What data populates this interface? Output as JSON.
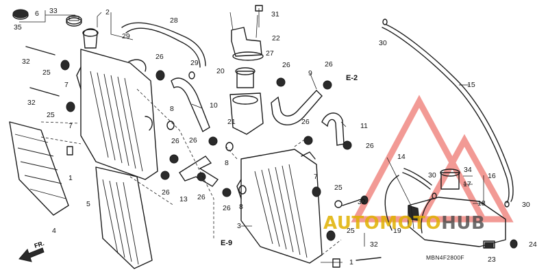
{
  "diagram_code": "MBN4F2800F",
  "front_label": "FR.",
  "watermark": {
    "text_a": "AUTOMOTO",
    "text_b": "HUB",
    "color_a": "#e0b100",
    "color_b": "#4a4a4a",
    "triangle_color": "#e8483f"
  },
  "refs": {
    "e2": "E-2",
    "e9": "E-9"
  },
  "callouts": {
    "n1a": "1",
    "n1b": "1",
    "n2": "2",
    "n3": "3",
    "n4": "4",
    "n5": "5",
    "n6": "6",
    "n7a": "7",
    "n7b": "7",
    "n7c": "7",
    "n8a": "8",
    "n8b": "8",
    "n8c": "8",
    "n9": "9",
    "n10": "10",
    "n11": "11",
    "n13": "13",
    "n14": "14",
    "n15": "15",
    "n16": "16",
    "n17": "17",
    "n18": "18",
    "n19": "19",
    "n20": "20",
    "n21": "21",
    "n22": "22",
    "n23": "23",
    "n24": "24",
    "n25a": "25",
    "n25b": "25",
    "n25c": "25",
    "n25d": "25",
    "n26a": "26",
    "n26b": "26",
    "n26c": "26",
    "n26d": "26",
    "n26e": "26",
    "n26f": "26",
    "n26g": "26",
    "n26h": "26",
    "n26i": "26",
    "n26j": "26",
    "n26k": "26",
    "n27": "27",
    "n28": "28",
    "n29a": "29",
    "n29b": "29",
    "n30a": "30",
    "n30b": "30",
    "n30c": "30",
    "n31": "31",
    "n32a": "32",
    "n32b": "32",
    "n32c": "32",
    "n32d": "32",
    "n33": "33",
    "n34": "34",
    "n35": "35"
  }
}
